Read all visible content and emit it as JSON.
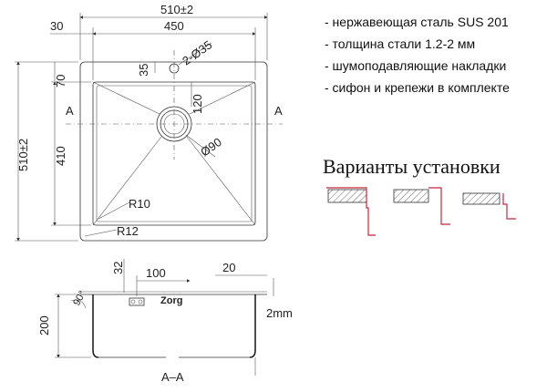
{
  "features": [
    "- нержавеющая сталь SUS 201",
    "- толщина стали 1.2-2 мм",
    "- шумоподавляющие накладки",
    "- сифон и крепежи в комплекте"
  ],
  "install_title": "Варианты установки",
  "top_view": {
    "width_overall": "510±2",
    "width_inner": "450",
    "flange": "30",
    "height_overall": "510±2",
    "height_inner": "410",
    "top_offset": "70",
    "tap_offset": "35",
    "tap_holes": "2-Ø35",
    "drain_offset": "120",
    "drain_diameter": "Ø90",
    "radius_inner": "R10",
    "radius_outer": "R12",
    "section_mark": "A"
  },
  "section_view": {
    "top_dim": "32",
    "overflow_offset": "100",
    "right_dim": "20",
    "depth": "200",
    "thickness": "2mm",
    "angle": "90°",
    "section_label": "A–A",
    "logo_text": "Zorg"
  },
  "colors": {
    "line": "#333333",
    "mount_accent": "#c0283c",
    "hatch": "#666666"
  }
}
